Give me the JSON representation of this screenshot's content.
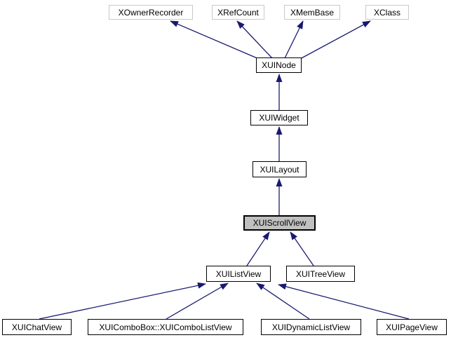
{
  "diagram": {
    "type": "class-inheritance-graph",
    "focus_node": "XUIScrollView",
    "nodes": [
      {
        "id": "xowner",
        "label": "XOwnerRecorder",
        "style": "undocumented"
      },
      {
        "id": "xrefcount",
        "label": "XRefCount",
        "style": "undocumented"
      },
      {
        "id": "xmembase",
        "label": "XMemBase",
        "style": "undocumented"
      },
      {
        "id": "xclass",
        "label": "XClass",
        "style": "undocumented"
      },
      {
        "id": "xuinode",
        "label": "XUINode",
        "style": "linked"
      },
      {
        "id": "xuiwidget",
        "label": "XUIWidget",
        "style": "linked"
      },
      {
        "id": "xuilayout",
        "label": "XUILayout",
        "style": "linked"
      },
      {
        "id": "xuiscrollview",
        "label": "XUIScrollView",
        "style": "focus"
      },
      {
        "id": "xuilistview",
        "label": "XUIListView",
        "style": "linked"
      },
      {
        "id": "xuitreeview",
        "label": "XUITreeView",
        "style": "linked"
      },
      {
        "id": "xuichatview",
        "label": "XUIChatView",
        "style": "linked"
      },
      {
        "id": "xuicombo",
        "label": "XUIComboBox::XUIComboListView",
        "style": "linked"
      },
      {
        "id": "xuidynamic",
        "label": "XUIDynamicListView",
        "style": "linked"
      },
      {
        "id": "xuipageview",
        "label": "XUIPageView",
        "style": "linked"
      }
    ],
    "edges": [
      {
        "from": "XUINode",
        "to": "XOwnerRecorder"
      },
      {
        "from": "XUINode",
        "to": "XRefCount"
      },
      {
        "from": "XUINode",
        "to": "XMemBase"
      },
      {
        "from": "XUINode",
        "to": "XClass"
      },
      {
        "from": "XUIWidget",
        "to": "XUINode"
      },
      {
        "from": "XUILayout",
        "to": "XUIWidget"
      },
      {
        "from": "XUIScrollView",
        "to": "XUILayout"
      },
      {
        "from": "XUIListView",
        "to": "XUIScrollView"
      },
      {
        "from": "XUITreeView",
        "to": "XUIScrollView"
      },
      {
        "from": "XUIChatView",
        "to": "XUIListView"
      },
      {
        "from": "XUIComboBox::XUIComboListView",
        "to": "XUIListView"
      },
      {
        "from": "XUIDynamicListView",
        "to": "XUIListView"
      },
      {
        "from": "XUIPageView",
        "to": "XUIListView"
      }
    ],
    "colors": {
      "edge": "#191970",
      "node_border": "#000000",
      "undocumented_border": "#c9c9c9",
      "focus_fill": "#c0c0c0",
      "node_fill": "#ffffff",
      "background": "#ffffff",
      "text": "#000000"
    }
  }
}
